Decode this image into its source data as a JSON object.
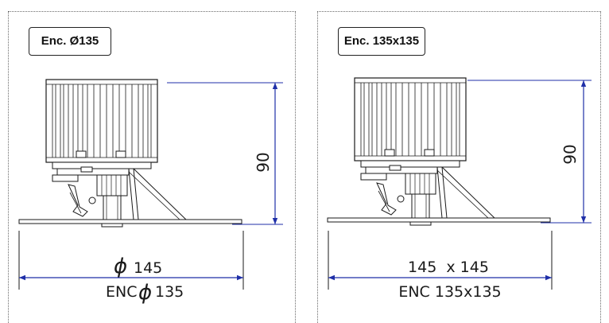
{
  "left": {
    "label": "Enc. Ø135",
    "height_dim": "90",
    "width_symbol": "ϕ",
    "width_dim": "145",
    "enc_prefix": "ENC",
    "enc_symbol": "ϕ",
    "enc_value": "135"
  },
  "right": {
    "label": "Enc. 135x135",
    "height_dim": "90",
    "width_dim": "145  x 145",
    "enc_text": "ENC 135x135"
  },
  "colors": {
    "dimension": "#1f2fa8",
    "line": "#1a1a1a"
  }
}
